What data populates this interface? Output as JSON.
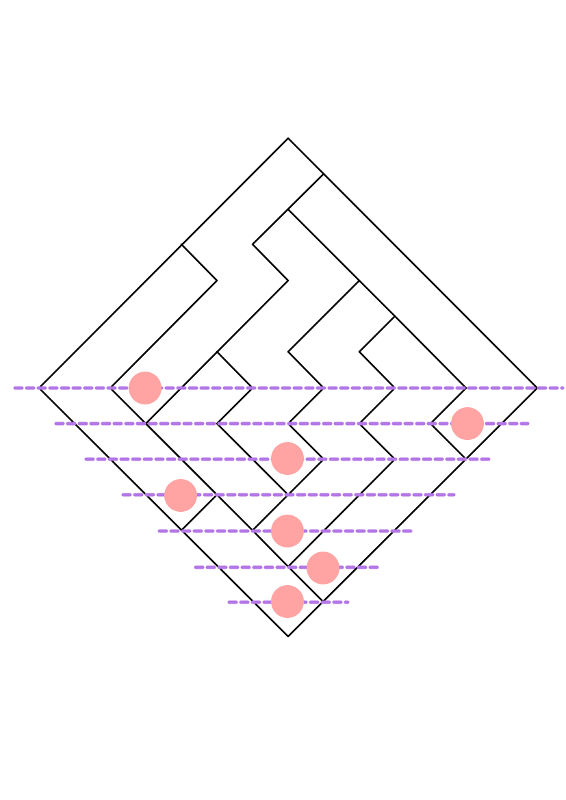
{
  "figure": {
    "background": "#ffffff",
    "line_color": "#000000",
    "guide_color": "#b377e6",
    "marker_color": "#ffa3a3",
    "outline_icon": "diamond-outline",
    "paths_icon": "zigzag-paths",
    "guide_count": 7,
    "marker_count": 7
  }
}
